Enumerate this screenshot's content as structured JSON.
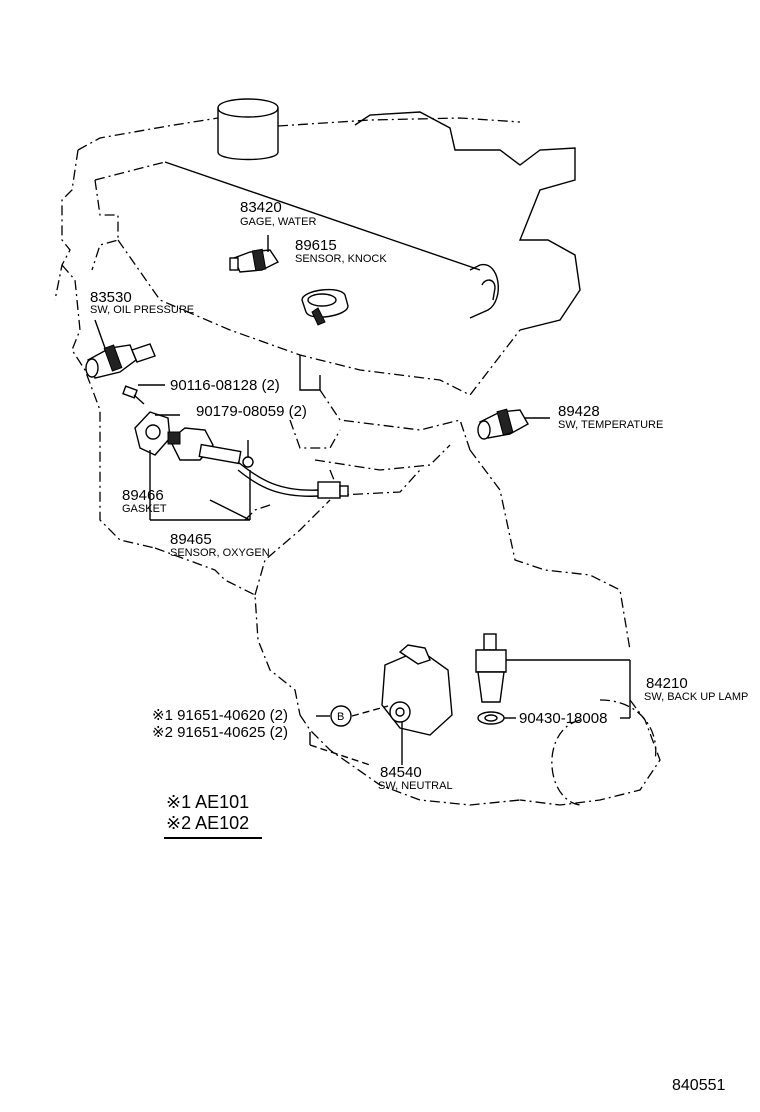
{
  "labels": {
    "gage_water_num": "83420",
    "gage_water_name": "GAGE, WATER",
    "knock_num": "89615",
    "knock_name": "SENSOR, KNOCK",
    "oil_num": "83530",
    "oil_name": "SW, OIL PRESSURE",
    "bolt1": "90116-08128 (2)",
    "nut1": "90179-08059 (2)",
    "temp_num": "89428",
    "temp_name": "SW, TEMPERATURE",
    "gasket_num": "89466",
    "gasket_name": "GASKET",
    "oxygen_num": "89465",
    "oxygen_name": "SENSOR, OXYGEN",
    "backup_num": "84210",
    "backup_name": "SW, BACK UP LAMP",
    "gasket2": "90430-18008",
    "neutral_num": "84540",
    "neutral_name": "SW, NEUTRAL",
    "bolt_ref1": "※1 91651-40620 (2)",
    "bolt_ref2": "※2 91651-40625 (2)",
    "callout_b": "B"
  },
  "legend": {
    "row1": "※1 AE101",
    "row2": "※2 AE102"
  },
  "figure_number": "840551"
}
